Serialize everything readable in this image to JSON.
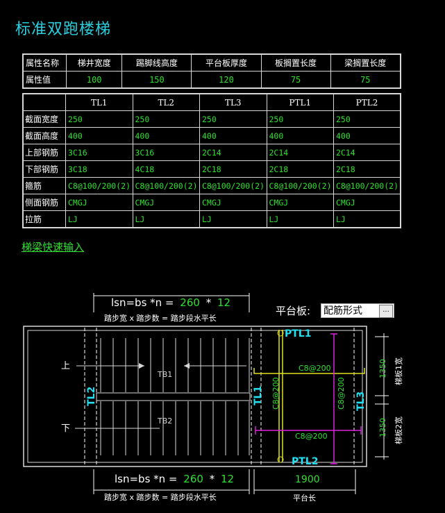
{
  "title": "标准双跑楼梯",
  "attributes": {
    "row_labels": [
      "属性名称",
      "属性值"
    ],
    "headers": [
      "梯井宽度",
      "踢脚线高度",
      "平台板厚度",
      "板搁置长度",
      "梁搁置长度"
    ],
    "values": [
      "100",
      "150",
      "120",
      "75",
      "75"
    ]
  },
  "beams": {
    "columns": [
      "TL1",
      "TL2",
      "TL3",
      "PTL1",
      "PTL2"
    ],
    "rows": [
      {
        "label": "截面宽度",
        "values": [
          "250",
          "250",
          "250",
          "250",
          "250"
        ]
      },
      {
        "label": "截面高度",
        "values": [
          "400",
          "400",
          "400",
          "400",
          "400"
        ]
      },
      {
        "label": "上部钢筋",
        "values": [
          "3C16",
          "3C16",
          "2C14",
          "2C14",
          "2C14"
        ]
      },
      {
        "label": "下部钢筋",
        "values": [
          "3C18",
          "4C18",
          "2C18",
          "2C18",
          "2C18"
        ]
      },
      {
        "label": "箍筋",
        "values": [
          "C8@100/200(2)",
          "C8@100/200(2)",
          "C8@100/200(2)",
          "C8@100/200(2)",
          "C8@100/200(2)"
        ]
      },
      {
        "label": "侧面钢筋",
        "values": [
          "CMGJ",
          "CMGJ",
          "CMGJ",
          "CMGJ",
          "CMGJ"
        ]
      },
      {
        "label": "拉筋",
        "values": [
          "LJ",
          "LJ",
          "LJ",
          "LJ",
          "LJ"
        ]
      }
    ]
  },
  "quick_input_link": "梯梁快速输入",
  "platform": {
    "label": "平台板:",
    "select_value": "配筋形式",
    "select_button": "..."
  },
  "drawing": {
    "formula_prefix": "lsn=bs *n =",
    "step_width": "260",
    "times": "*",
    "step_count": "12",
    "formula_caption": "踏步宽 x 踏步数 = 踏步段水平长",
    "up": "上",
    "down": "下",
    "tb1": "TB1",
    "tb2": "TB2",
    "tl1": "TL1",
    "tl2": "TL2",
    "tl3": "TL3",
    "ptl1": "PTL1",
    "ptl2": "PTL2",
    "rebar_top": "C8@200",
    "rebar_bottom": "C8@200",
    "rebar_vert_left": "C8@200",
    "rebar_vert_right": "C8@200",
    "width1": "1350",
    "width2": "1350",
    "width1_caption": "梯板1宽",
    "width2_caption": "梯板2宽",
    "platform_length": "1900",
    "platform_length_caption": "平台长"
  },
  "colors": {
    "title": "#2ad0e0",
    "value_green": "#2ee02e",
    "cyan": "#22e0f0",
    "magenta": "#e020e0",
    "yellow": "#e0e020",
    "line": "#d8d8d8"
  }
}
